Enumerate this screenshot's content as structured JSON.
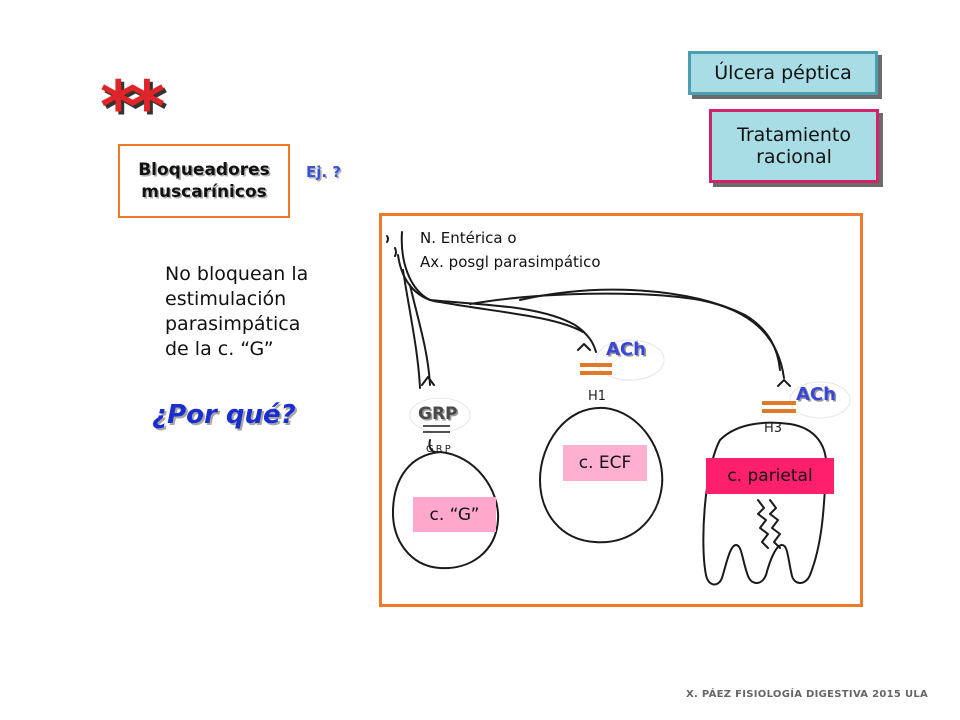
{
  "header": {
    "topic": "Úlcera péptica",
    "section": "Tratamiento\nracional",
    "emphasis_mark": "**"
  },
  "left_panel": {
    "drug_class": "Bloqueadores\nmuscarínicos",
    "example_prompt": "Ej. ?",
    "statement": "No bloquean la\nestimulación\nparasimpática\nde la c. “G”",
    "question": "¿Por qué?"
  },
  "diagram": {
    "nerve_label": "N. Entérica o\nAx. posgl parasimpático",
    "neurotransmitters": {
      "ecf": "ACh",
      "parietal": "ACh",
      "g_cell": "GRP"
    },
    "receptor_labels": {
      "ecf": "H1",
      "parietal": "H3",
      "g_cell": "GRP"
    },
    "cells": {
      "ecf": "c. ECF",
      "parietal": "c. parietal",
      "g_cell": "c. “G”"
    }
  },
  "colors": {
    "accent_orange": "#f07a28",
    "title_box_fill": "#a8dde6",
    "title_border_teal": "#4aa0b0",
    "title_border_magenta": "#d0246a",
    "stars_red": "#e0252a",
    "question_blue": "#1a2ecf",
    "ach_blue": "#3a47d6",
    "receptor_orange": "#e07a2a",
    "ecf_pink": "#ffafd0",
    "parietal_pink": "#ff1f6c",
    "g_pink": "#ffa8cc"
  },
  "footer": {
    "credit": "X. PÁEZ  FISIOLOGÍA DIGESTIVA 2015 ULA"
  }
}
